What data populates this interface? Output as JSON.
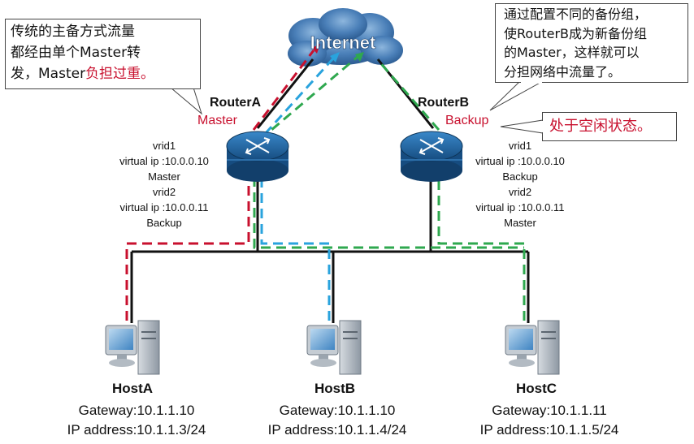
{
  "internet_label": "Internet",
  "callout_left": {
    "lines": [
      "传统的主备方式流量",
      "都经由单个Master转"
    ],
    "line3_normal": "发，Master",
    "line3_red": "负担过重。"
  },
  "callout_right": {
    "lines": [
      "通过配置不同的备份组，",
      "使RouterB成为新备份组",
      "的Master，这样就可以",
      "分担网络中流量了。"
    ]
  },
  "callout_idle": "处于空闲状态。",
  "routers": [
    {
      "name": "RouterA",
      "role": "Master",
      "config": [
        "vrid1",
        "virtual ip :10.0.0.10",
        "Master",
        "vrid2",
        "virtual ip :10.0.0.11",
        "Backup"
      ]
    },
    {
      "name": "RouterB",
      "role": "Backup",
      "config": [
        "vrid1",
        "virtual ip :10.0.0.10",
        "Backup",
        "vrid2",
        "virtual ip :10.0.0.11",
        "Master"
      ]
    }
  ],
  "hosts": [
    {
      "name": "HostA",
      "gateway": "Gateway:10.1.1.10",
      "ip": "IP address:10.1.1.3/24"
    },
    {
      "name": "HostB",
      "gateway": "Gateway:10.1.1.10",
      "ip": "IP address:10.1.1.4/24"
    },
    {
      "name": "HostC",
      "gateway": "Gateway:10.1.1.11",
      "ip": "IP address:10.1.1.5/24"
    }
  ],
  "colors": {
    "hostA_path": "#c8102e",
    "hostB_path": "#29a3dd",
    "hostC_path": "#2fa84f",
    "router_body": "#1f5f96",
    "cloud": "#3f76b0"
  }
}
